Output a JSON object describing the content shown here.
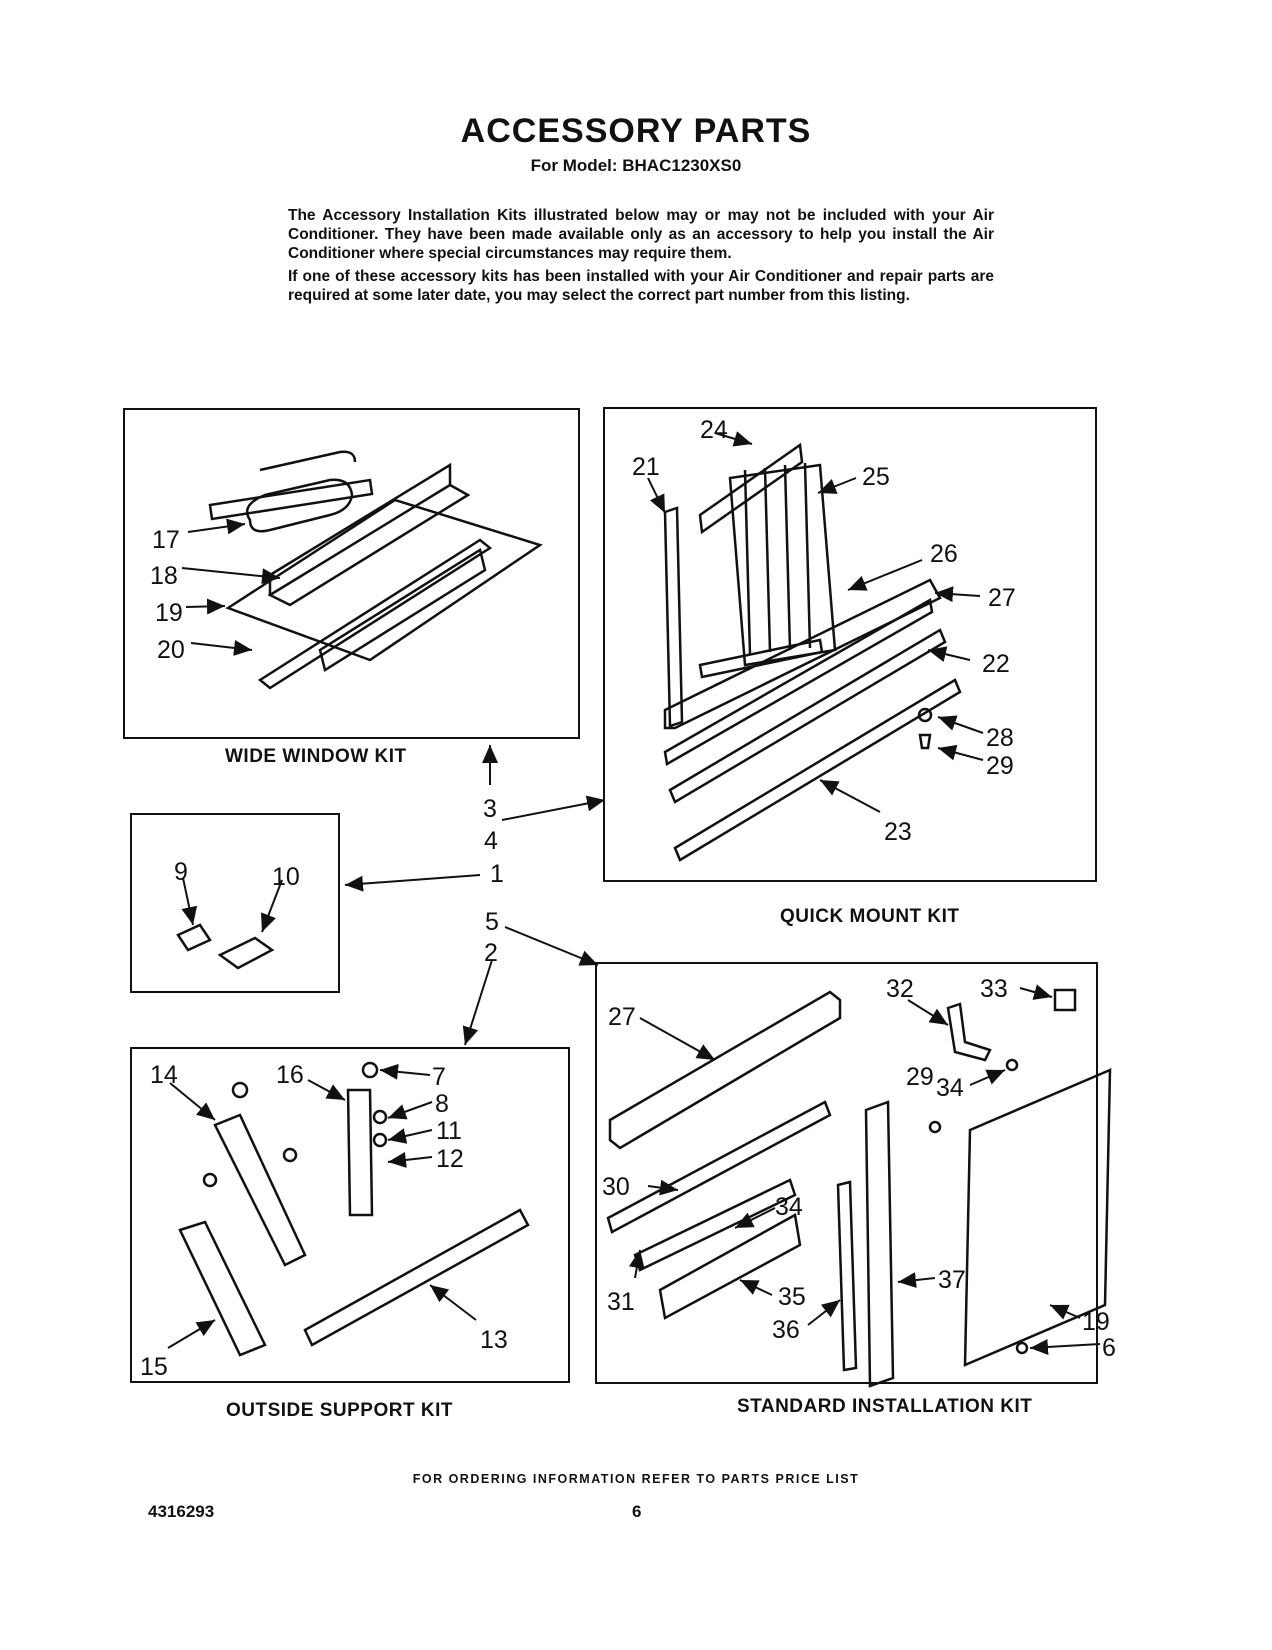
{
  "header": {
    "title": "ACCESSORY PARTS",
    "subtitle": "For Model: BHAC1230XS0"
  },
  "intro": {
    "paragraph1": "The Accessory Installation Kits illustrated below may or may not be included with your Air Conditioner. They have been made available only as an accessory to help you install the Air Conditioner where special circumstances may require them.",
    "paragraph2": "If one of these accessory kits has been installed with your Air Conditioner and repair parts are required at some later date, you may select the correct part number from this listing."
  },
  "kits": {
    "wide_window": "WIDE WINDOW KIT",
    "quick_mount": "QUICK MOUNT KIT",
    "outside_support": "OUTSIDE SUPPORT KIT",
    "standard_installation": "STANDARD INSTALLATION KIT"
  },
  "callouts": {
    "wide_window": [
      "17",
      "18",
      "19",
      "20"
    ],
    "quick_mount": [
      "21",
      "22",
      "23",
      "24",
      "25",
      "26",
      "27",
      "28",
      "29"
    ],
    "clip_box": [
      "9",
      "10"
    ],
    "center": [
      "1",
      "2",
      "3",
      "4",
      "5"
    ],
    "outside_support": [
      "7",
      "8",
      "11",
      "12",
      "13",
      "14",
      "15",
      "16"
    ],
    "standard_installation": [
      "6",
      "19",
      "27",
      "29",
      "30",
      "31",
      "32",
      "33",
      "34",
      "34",
      "35",
      "36",
      "37"
    ]
  },
  "footer": {
    "note": "FOR ORDERING INFORMATION REFER TO PARTS PRICE LIST",
    "doc_number": "4316293",
    "page_number": "6"
  }
}
